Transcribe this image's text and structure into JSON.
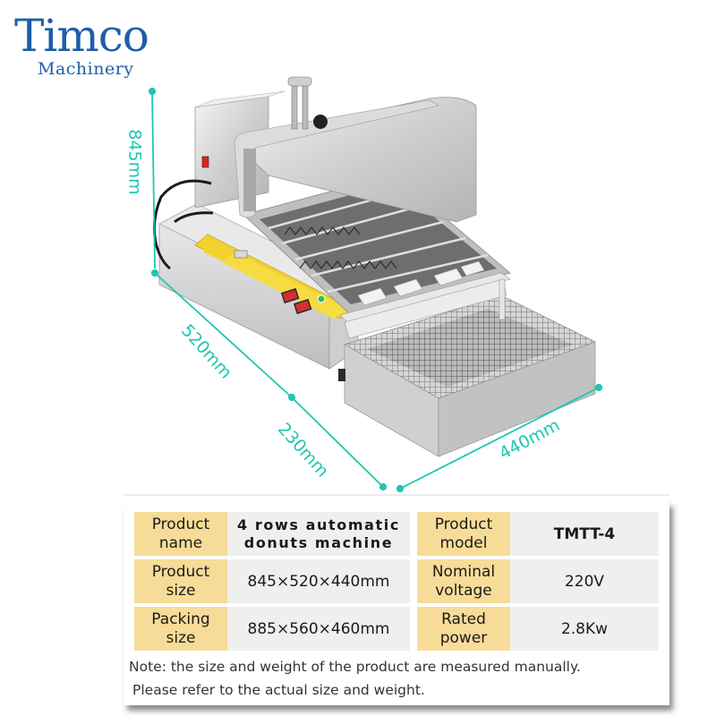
{
  "brand": {
    "name": "Timco",
    "subtitle": "Machinery",
    "color": "#1e5ea8"
  },
  "dimensions": {
    "color": "#1ec7b0",
    "height": "845mm",
    "length": "520mm",
    "depth": "230mm",
    "width": "440mm"
  },
  "product_image": {
    "description": "4 rows automatic donuts machine, stainless steel with yellow control panel and wire mesh tray",
    "panel_color": "#f2d230",
    "switch_color": "#e23b3b",
    "indicator_color": "#2fbf4a"
  },
  "spec_table": {
    "header_bg": "#f6dc98",
    "value_bg": "#efefef",
    "rows": [
      {
        "label1": "Product name",
        "value1": "4 rows automatic donuts machine",
        "label2": "Product model",
        "value2": "TMTT-4"
      },
      {
        "label1": "Product size",
        "value1": "845×520×440mm",
        "label2": "Nominal voltage",
        "value2": "220V"
      },
      {
        "label1": "Packing size",
        "value1": "885×560×460mm",
        "label2": "Rated power",
        "value2": "2.8Kw"
      }
    ],
    "row_labels_split": [
      [
        "Product",
        "name",
        "Product",
        "model"
      ],
      [
        "Product",
        "size",
        "Nominal",
        "voltage"
      ],
      [
        "Packing",
        "size",
        "Rated",
        "power"
      ]
    ],
    "product_name_split": [
      "4 rows automatic",
      "donuts machine"
    ]
  },
  "note": {
    "line1": "Note: the size and weight of the product are measured manually.",
    "line2": "Please refer to the actual size and weight."
  }
}
